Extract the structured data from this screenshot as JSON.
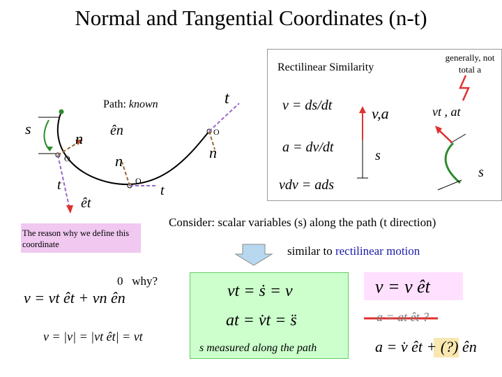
{
  "title": "Normal and Tangential Coordinates (n-t)",
  "rectilinear": {
    "heading": "Rectilinear Similarity",
    "note": "generally, not total a",
    "eq1": "v = ds/dt",
    "eq2": "a = dv/dt",
    "eq3": "vdv = ads",
    "va_label": "v,a",
    "s_label": "s",
    "vt_at": "vt , at",
    "s_right": "s"
  },
  "path": {
    "label": "Path:",
    "known": "known",
    "s": "s",
    "n1": "n",
    "n2": "n",
    "n3": "n",
    "t1": "t",
    "t2": "t",
    "t3": "t",
    "o1": "O",
    "o2": "O",
    "o3": "O",
    "en": "ên",
    "et": "êt"
  },
  "consider": "Consider:   scalar variables (s) along the path (t direction)",
  "reason": "The reason why we define this coordinate",
  "similar": {
    "prefix": "similar to ",
    "highlight": "rectilinear motion"
  },
  "why": {
    "zero": "0",
    "text": "why?"
  },
  "equations": {
    "velocity_vec": "v = vt êt + vn ên",
    "speed": "v = |v| = |vt êt| = vt",
    "vt": "vt = ṡ = v",
    "at": "at = v̇t = s̈",
    "s_measured": "s measured along the path",
    "v_vec_simple": "v = v êt",
    "a_wrong": "a = at êt   ?",
    "a_full": "a = v̇ êt + (?) ên"
  },
  "colors": {
    "green_box": "#ccffcc",
    "pink_box": "#f0c8f0",
    "blue_text": "#1a1aaa",
    "red": "#e03030",
    "path_green": "#2d8a2d"
  }
}
